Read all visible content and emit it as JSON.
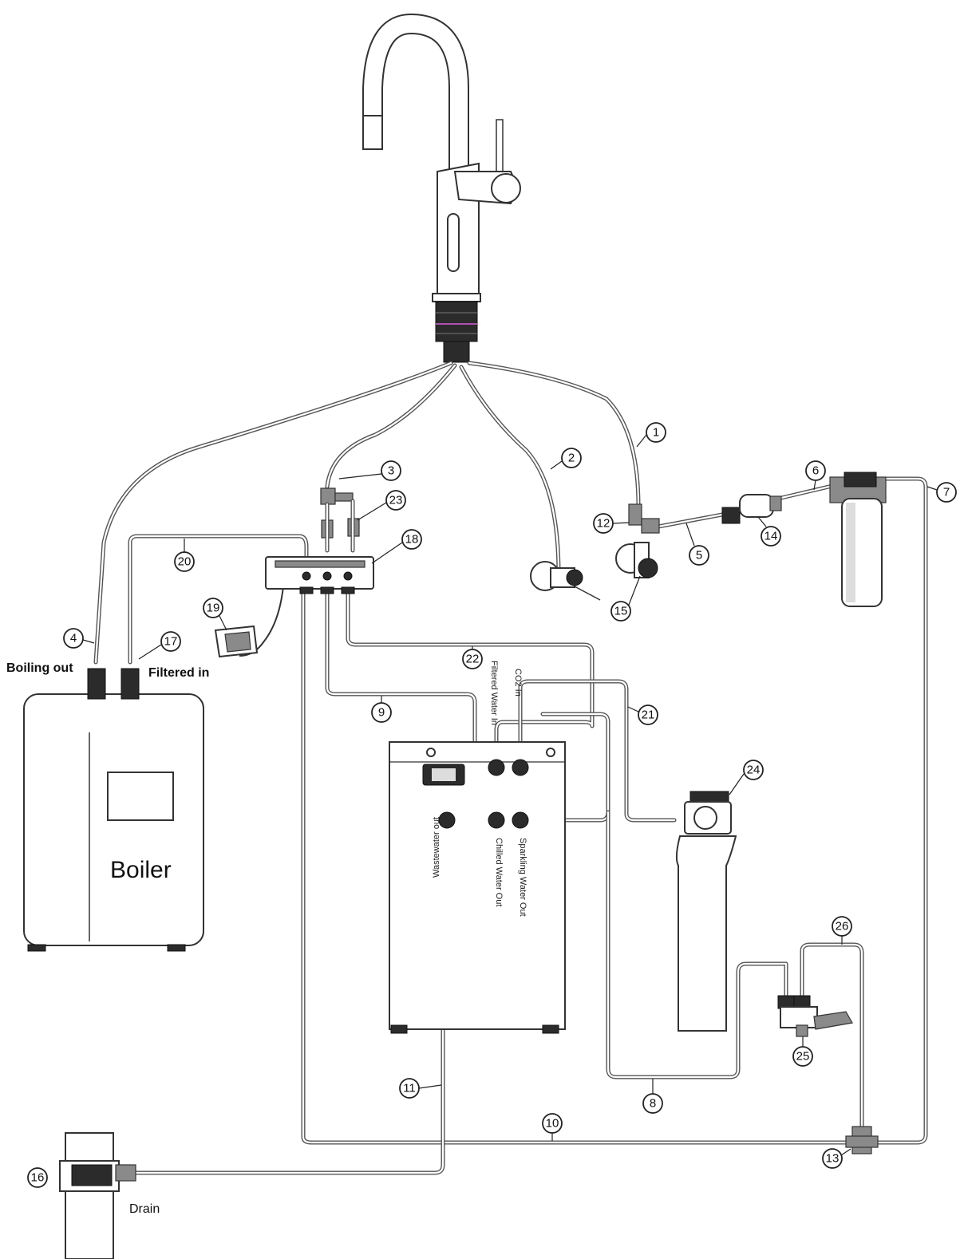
{
  "labels": {
    "boiling_out": "Boiling out",
    "filtered_in": "Filtered in",
    "boiler": "Boiler",
    "drain": "Drain",
    "filtered_water_in": "Filtered Water In",
    "co2_in": "CO2 In",
    "wastewater_out": "Wastewater out",
    "chilled_water_out": "Chilled Water Out",
    "sparkling_water_out": "Sparkling Water Out"
  },
  "callouts": [
    "1",
    "2",
    "3",
    "4",
    "5",
    "6",
    "7",
    "8",
    "9",
    "10",
    "11",
    "12",
    "13",
    "14",
    "15",
    "16",
    "17",
    "18",
    "19",
    "20",
    "21",
    "22",
    "23",
    "24",
    "25",
    "26"
  ]
}
